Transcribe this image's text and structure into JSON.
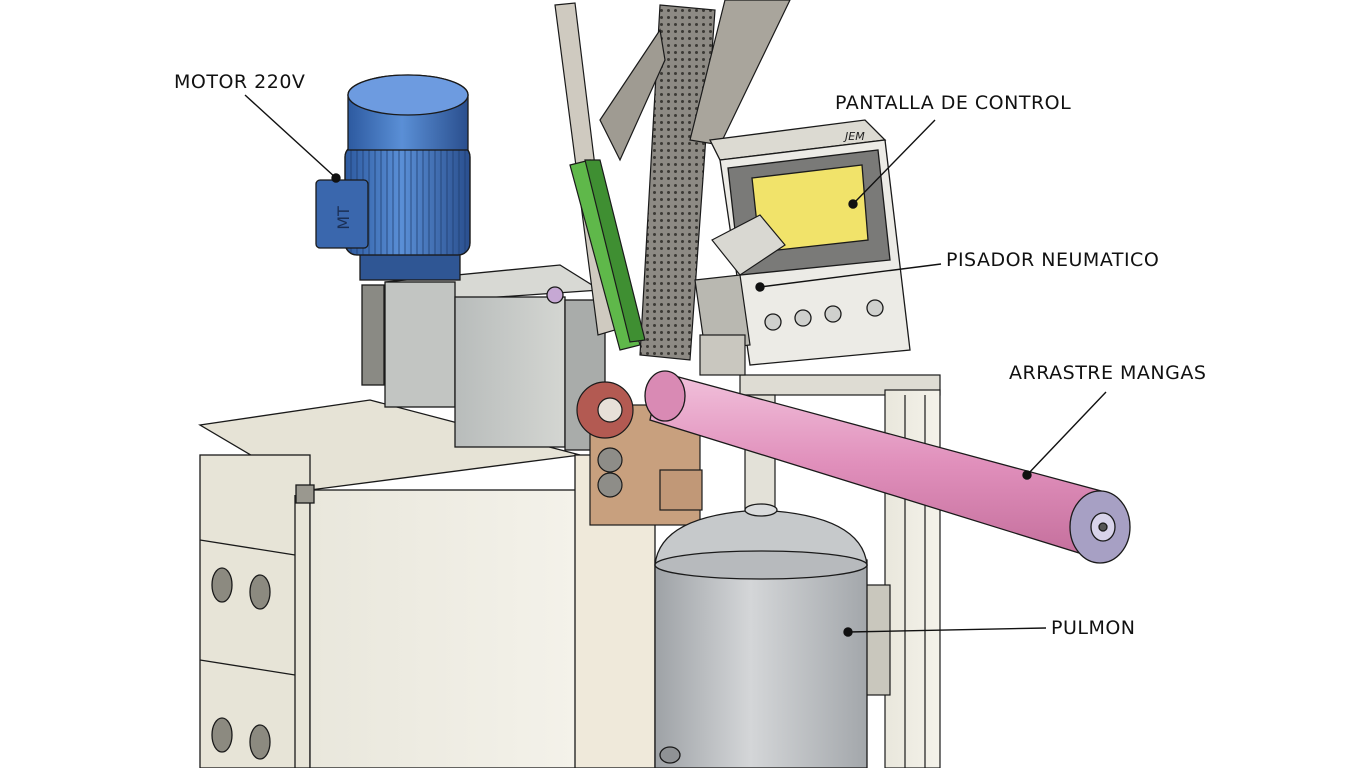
{
  "labels": {
    "motor": "MOTOR 220V",
    "pantalla": "PANTALLA DE CONTROL",
    "pisador": "PISADOR NEUMATICO",
    "arrastre": "ARRASTRE MANGAS",
    "pulmon": "PULMON"
  },
  "motor_badge": "MT",
  "panel_brand": "JEM",
  "colors": {
    "motor": "#3f6fb8",
    "screen": "#f1e36a",
    "guide": "#5fb84a",
    "roller": "#e39ac0",
    "tank": "#b9bcbf",
    "frame": "#ecebe3",
    "stroke": "#1a1a1a"
  }
}
